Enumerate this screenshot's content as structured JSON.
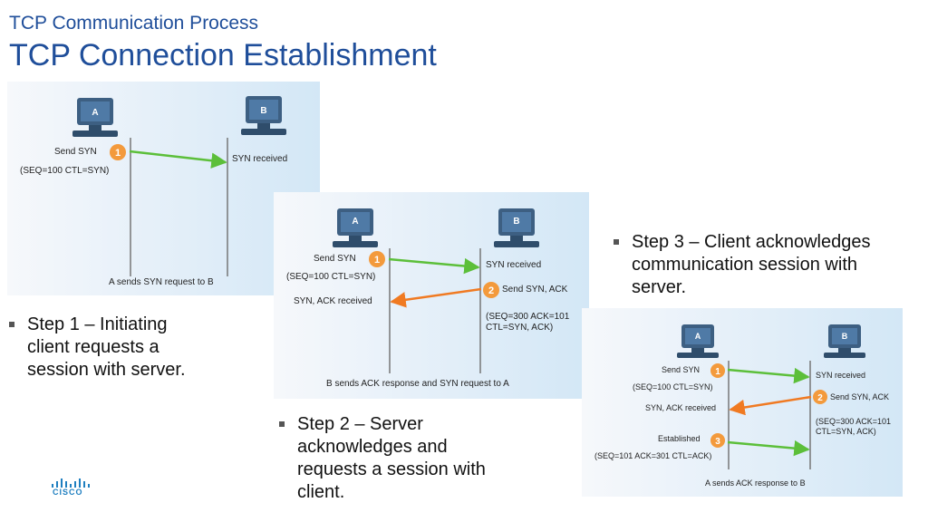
{
  "header": {
    "subtitle": "TCP Communication Process",
    "title": "TCP Connection Establishment"
  },
  "diagrams": [
    {
      "computer_a": "A",
      "computer_b": "B",
      "send_syn": "Send SYN",
      "seq1": "(SEQ=100 CTL=SYN)",
      "badge1": "1",
      "syn_received": "SYN received",
      "caption": "A sends SYN request to B"
    },
    {
      "computer_a": "A",
      "computer_b": "B",
      "send_syn": "Send SYN",
      "seq1": "(SEQ=100 CTL=SYN)",
      "badge1": "1",
      "syn_received": "SYN received",
      "badge2": "2",
      "send_syn_ack": "Send SYN, ACK",
      "syn_ack_received": "SYN, ACK received",
      "seq2_line1": "(SEQ=300 ACK=101",
      "seq2_line2": "CTL=SYN, ACK)",
      "caption": "B sends ACK response and SYN request to A"
    },
    {
      "computer_a": "A",
      "computer_b": "B",
      "send_syn": "Send SYN",
      "seq1": "(SEQ=100 CTL=SYN)",
      "badge1": "1",
      "syn_received": "SYN received",
      "badge2": "2",
      "send_syn_ack": "Send SYN, ACK",
      "syn_ack_received": "SYN, ACK received",
      "seq2_line1": "(SEQ=300 ACK=101",
      "seq2_line2": "CTL=SYN, ACK)",
      "established": "Established",
      "badge3": "3",
      "seq3": "(SEQ=101 ACK=301 CTL=ACK)",
      "caption": "A sends ACK response to B"
    }
  ],
  "bullets": {
    "step1": "Step 1 – Initiating\nclient requests a\nsession with server.",
    "step2": "Step 2 – Server\nacknowledges and\nrequests a session with\nclient.",
    "step3": "Step 3 – Client acknowledges\ncommunication session with\nserver."
  },
  "logo": {
    "text": "CISCO"
  },
  "colors": {
    "title": "#1f4e9a",
    "syn_arrow": "#5cbf3a",
    "ack_arrow": "#f07a22",
    "badge": "#f39a3c",
    "panel_bg": "#e6f0f9"
  }
}
